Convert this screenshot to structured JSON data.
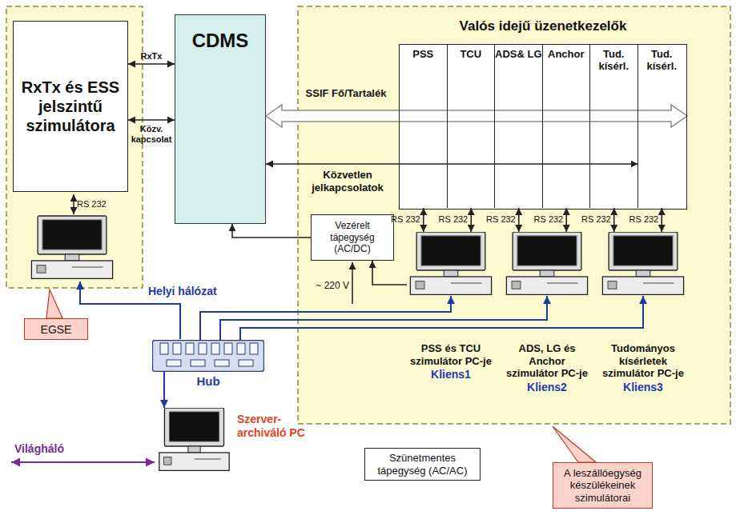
{
  "diagram": {
    "nodes": [
      {
        "text": [
          "RxTx és ESS jelszintű szimulátora"
        ]
      },
      {
        "text": [
          "CDMS"
        ]
      },
      {
        "text": [
          "Valós idejű üzenetkezelők"
        ]
      },
      {
        "text": [
          "PSS"
        ],
        "in": 2
      },
      {
        "text": [
          "TCU"
        ],
        "in": 2
      },
      {
        "text": [
          "ADS& LG"
        ],
        "in": 2
      },
      {
        "text": [
          "Anchor"
        ],
        "in": 2
      },
      {
        "text": [
          "Tud. kísérl."
        ],
        "in": 2
      },
      {
        "text": [
          "Tud. kísérl."
        ],
        "in": 2
      },
      {
        "text": [
          "Vezérelt tápegység (AC/DC)"
        ]
      },
      {
        "text": [
          "Hub"
        ]
      },
      {
        "text": [
          "PSS és TCU szimulátor PC-je",
          "Kliens1"
        ]
      },
      {
        "text": [
          "ADS, LG és Anchor szimulátor PC-je",
          "Kliens2"
        ]
      },
      {
        "text": [
          "Tudományos kísérletek szimulátor PC-je",
          "Kliens3"
        ]
      },
      {
        "text": [
          "Szerver-archiváló PC"
        ]
      },
      {
        "text": [
          "Szünetmentes tápegység (AC/AC)"
        ]
      },
      {
        "text": [
          "EGSE"
        ]
      },
      {
        "text": [
          "A leszállóegység készülékeinek szimulátorai"
        ]
      }
    ],
    "edges": [
      {
        "from": 0,
        "to": 1,
        "label": "RxTx",
        "arrow": "both"
      },
      {
        "from": 0,
        "to": 1,
        "label": "Közv. kapcsolat",
        "arrow": "both"
      },
      {
        "from": 1,
        "to": 2,
        "label": "SSIF Fő/Tartalék",
        "arrow": "both"
      },
      {
        "from": 1,
        "to": 8,
        "label": "Közvetlen jelkapcsolatok",
        "arrow": "both"
      },
      {
        "from": 9,
        "to": 1,
        "arrow": "to"
      },
      {
        "from": 11,
        "to": 9,
        "arrow": "to"
      },
      {
        "from": 11,
        "to": 3,
        "label": "RS 232",
        "arrow": "both"
      },
      {
        "from": 11,
        "to": 4,
        "label": "RS 232",
        "arrow": "both"
      },
      {
        "from": 12,
        "to": 5,
        "label": "RS 232",
        "arrow": "both"
      },
      {
        "from": 12,
        "to": 6,
        "label": "RS 232",
        "arrow": "both"
      },
      {
        "from": 13,
        "to": 7,
        "label": "RS 232",
        "arrow": "both"
      },
      {
        "from": 13,
        "to": 8,
        "label": "RS 232",
        "arrow": "both"
      },
      {
        "from": 10,
        "to": 11,
        "arrow": "to"
      },
      {
        "from": 10,
        "to": 12,
        "arrow": "to"
      },
      {
        "from": 10,
        "to": 13,
        "arrow": "to"
      },
      {
        "from": 10,
        "to": 14,
        "arrow": "to"
      }
    ],
    "labels": [
      "RS 232",
      "~ 220 V",
      "Helyi hálózat",
      "Világháló"
    ]
  }
}
